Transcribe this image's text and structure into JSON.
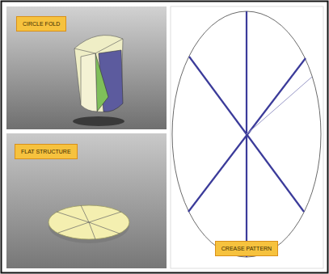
{
  "diagram": {
    "nodes": [
      {
        "text": [
          "CIRCLE FOLD"
        ]
      },
      {
        "text": [
          "FLAT STRUCTURE"
        ]
      },
      {
        "text": [
          "CREASE PATTERN"
        ]
      }
    ]
  }
}
